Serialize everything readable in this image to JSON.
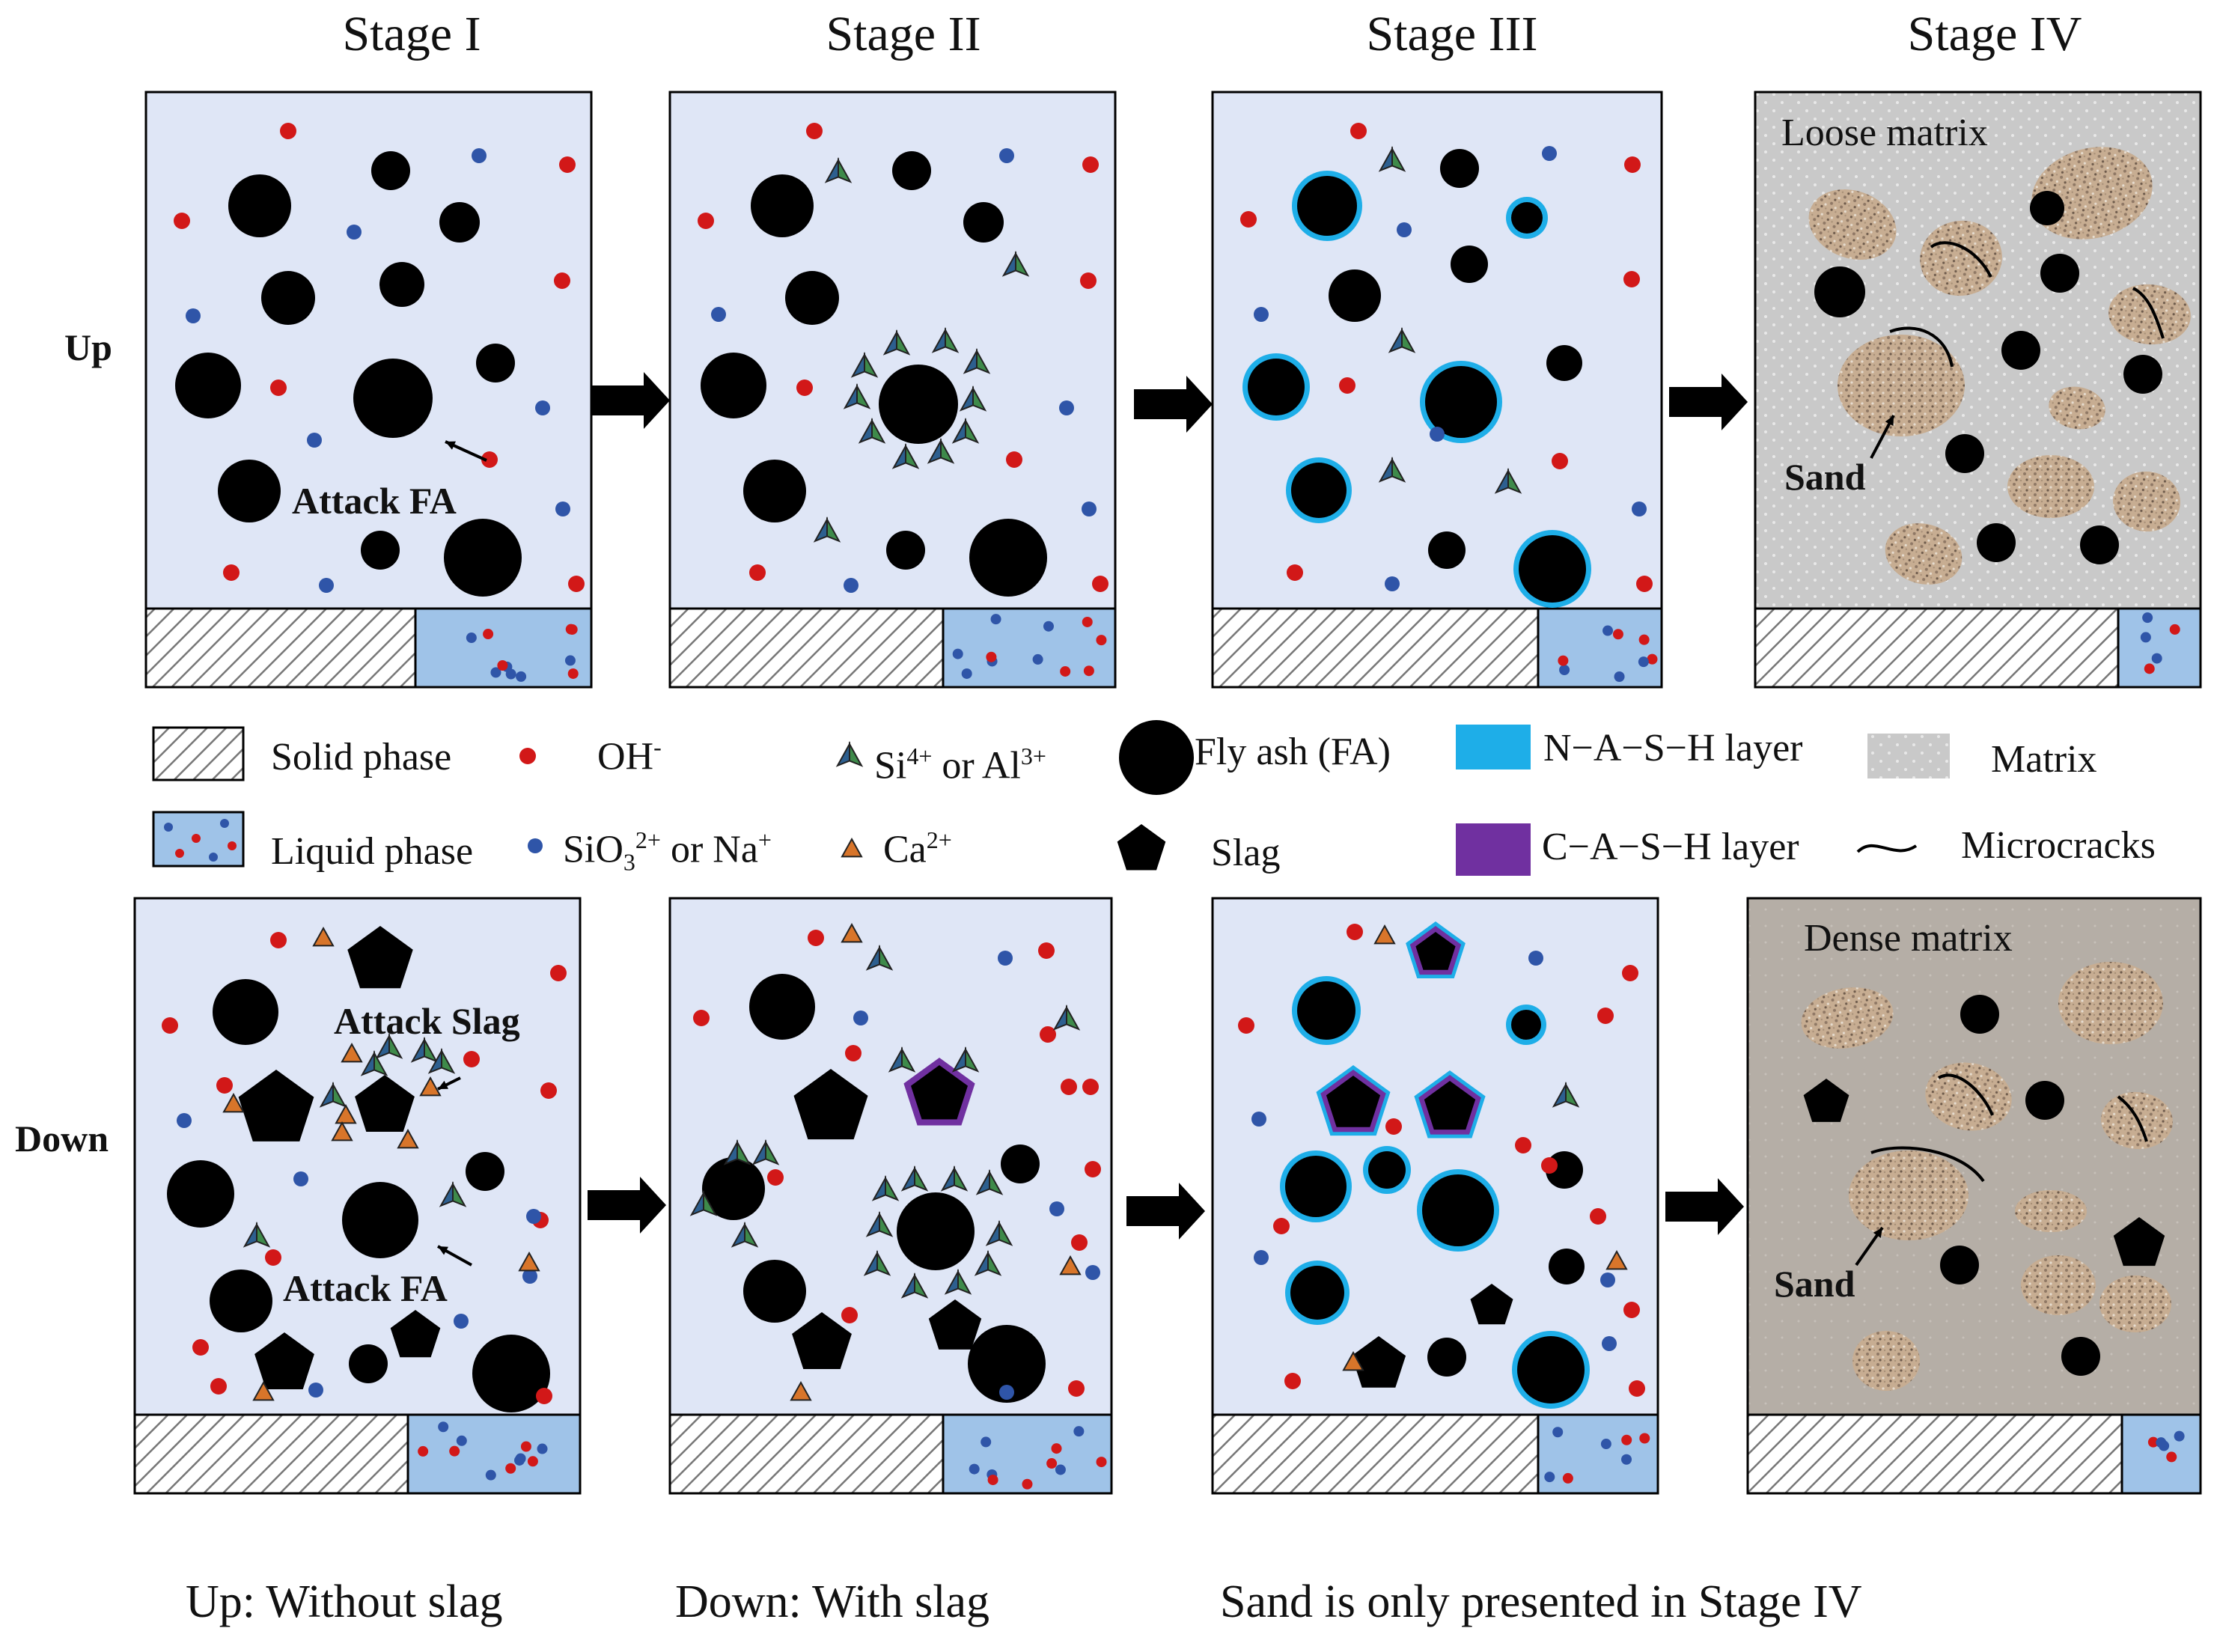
{
  "stages": [
    "Stage I",
    "Stage II",
    "Stage III",
    "Stage IV"
  ],
  "rows": {
    "up": "Up",
    "down": "Down"
  },
  "annotations": {
    "attack_fa": "Attack FA",
    "attack_slag": "Attack Slag",
    "sand": "Sand",
    "loose_matrix": "Loose matrix",
    "dense_matrix": "Dense matrix"
  },
  "legend": {
    "solid_phase": "Solid phase",
    "liquid_phase": "Liquid phase",
    "oh_base": "OH",
    "oh_sup": "-",
    "si_base": "Si",
    "si_sup": "4+",
    "si_or": " or Al",
    "al_sup": "3+",
    "sio_base": "SiO",
    "sio_sub": "3",
    "sio_sup": "2+",
    "sio_or": " or Na",
    "na_sup": "+",
    "ca_base": "Ca",
    "ca_sup": "2+",
    "fly_ash": "Fly ash (FA)",
    "slag": "Slag",
    "nash": "N−A−S−H layer",
    "cash": "C−A−S−H layer",
    "matrix": "Matrix",
    "microcracks": "Microcracks"
  },
  "footer": {
    "up": "Up: Without slag",
    "down": "Down: With slag",
    "note": "Sand is only presented in Stage IV"
  },
  "colors": {
    "panel_bg": "#dfe6f6",
    "matrix_loose": "#c9c9c9",
    "matrix_dense": "#b5aea6",
    "oh_ion": "#d21818",
    "silicate_ion": "#2f55a8",
    "calcium_ion": "#d8752a",
    "si_al_ion": "#3e8a4a",
    "nash_layer": "#1eaee8",
    "cash_layer": "#7030a0",
    "liquid_phase": "#9fc3e8",
    "sand": "#c7ad92"
  },
  "icons": [
    "arrow-right-icon",
    "hatch-swatch-icon",
    "liquid-swatch-icon",
    "pyramid-icon",
    "pentagon-icon",
    "microcrack-icon"
  ]
}
